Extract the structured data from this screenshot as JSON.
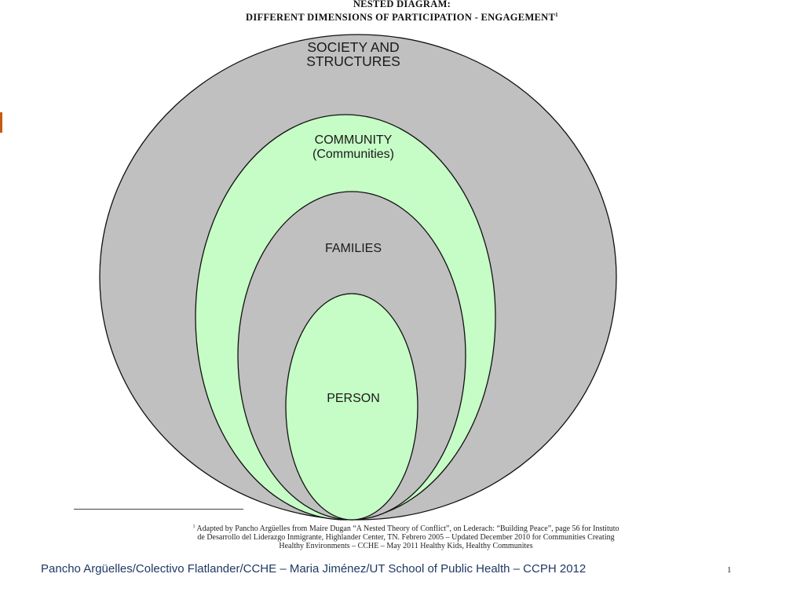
{
  "title": {
    "line1": "NESTED DIAGRAM:",
    "line2": "DIFFERENT DIMENSIONS OF PARTICIPATION - ENGAGEMENT",
    "footnote_marker": "1"
  },
  "diagram": {
    "levels": [
      {
        "line1": "SOCIETY AND",
        "line2": "STRUCTURES",
        "fill": "#c0c0c0"
      },
      {
        "line1": "COMMUNITY",
        "line2": "(Communities)",
        "fill": "#c6fcc6"
      },
      {
        "line1": "FAMILIES",
        "fill": "#c0c0c0"
      },
      {
        "line1": "PERSON",
        "fill": "#c6fcc6"
      }
    ],
    "stroke": "#111111"
  },
  "footnote": {
    "marker": "1",
    "line1": "Adapted by Pancho Argüelles from Maire Dugan “A Nested Theory of Conflict”, on Lederach: “Building Peace”, page 56 for Instituto",
    "line2": "de Desarrollo del Liderazgo Inmigrante, Highlander Center, TN. Febrero 2005 – Updated December 2010 for Communities Creating",
    "line3": "Healthy Environments – CCHE – May 2011 Healthy Kids, Healthy Communites"
  },
  "footer": {
    "credit": "Pancho Argüelles/Colectivo Flatlander/CCHE – Maria Jiménez/UT School of Public Health – CCPH 2012",
    "page_number": "1"
  },
  "colors": {
    "accent": "#c55a11",
    "footer_text": "#1f3864"
  }
}
